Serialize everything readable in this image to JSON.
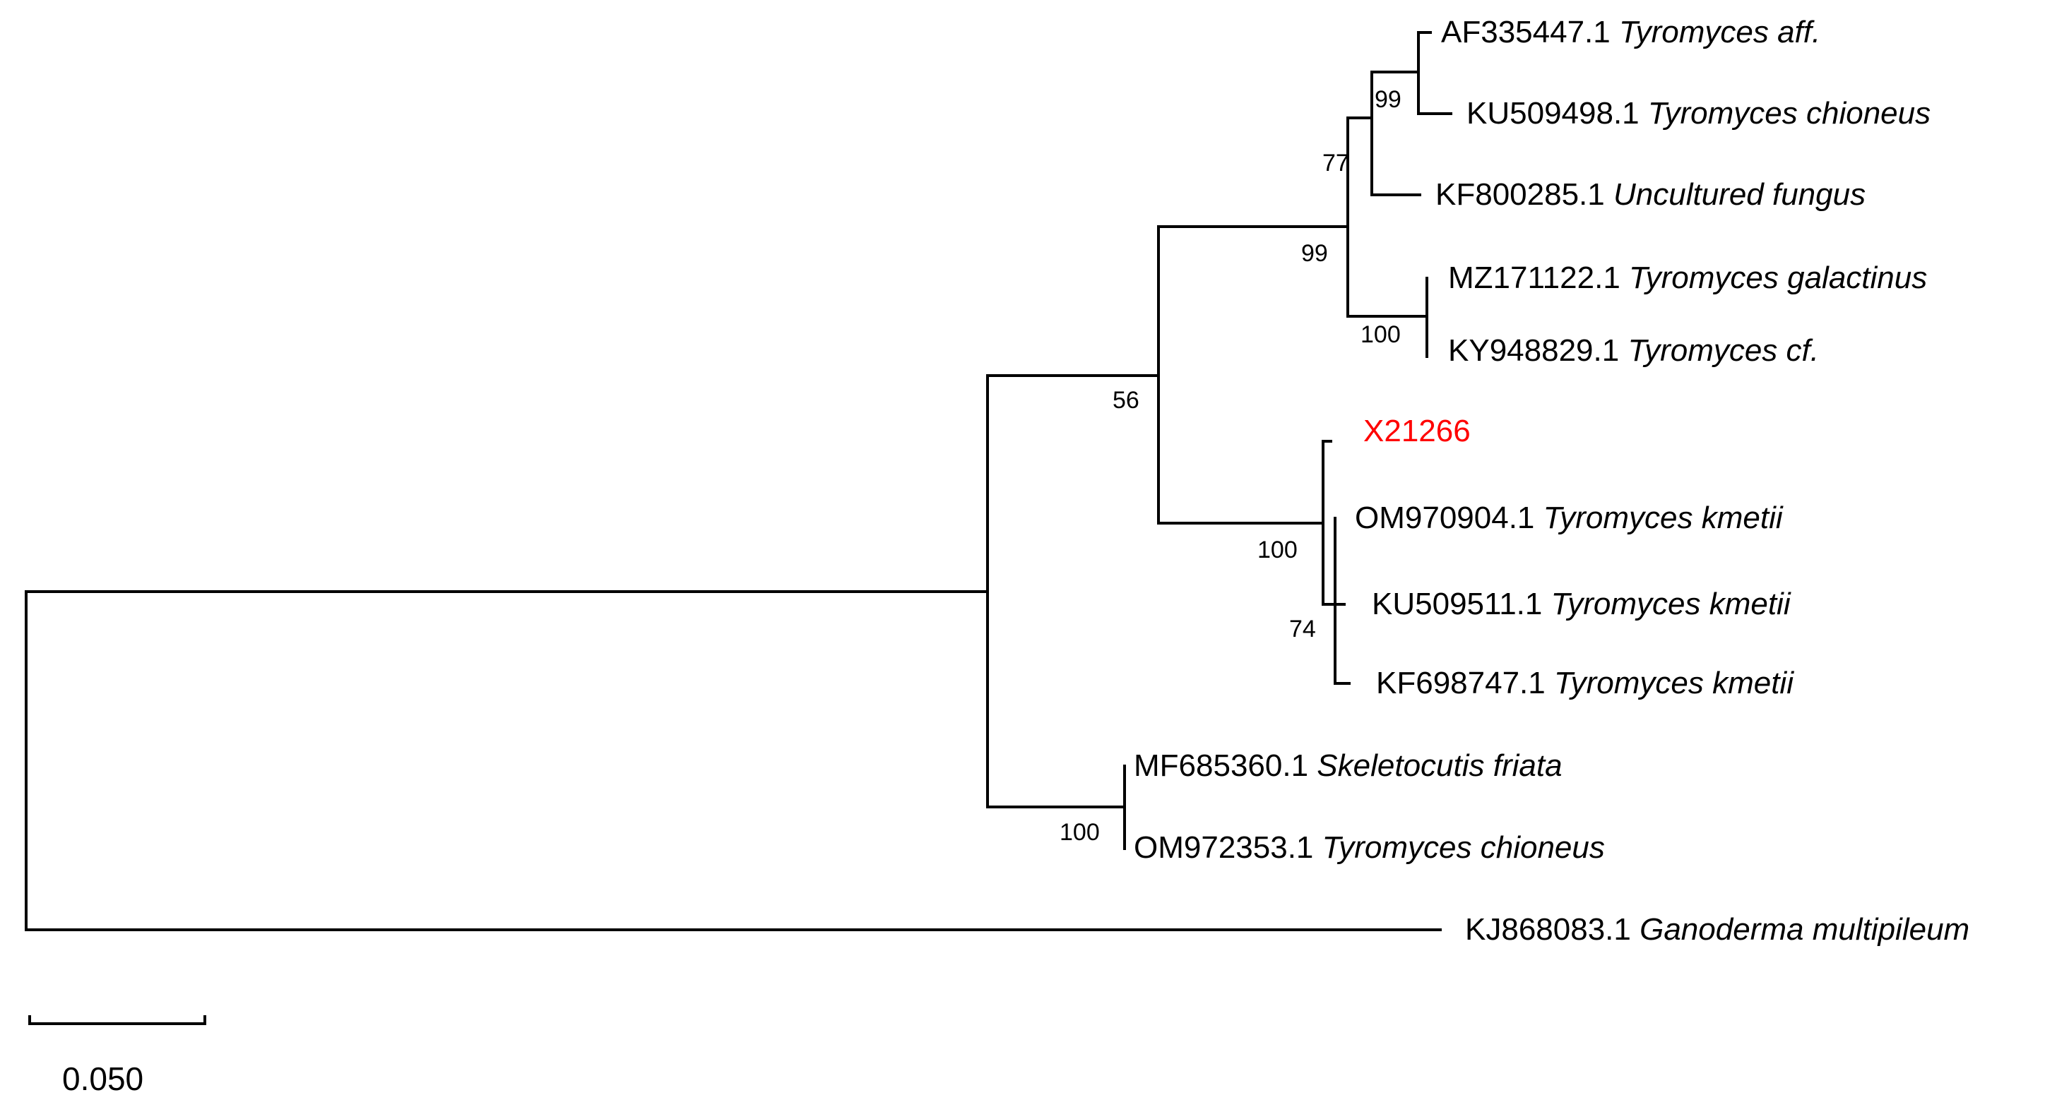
{
  "tree": {
    "highlight_color": "#ff0000",
    "line_color": "#000000",
    "leaves": [
      {
        "accession": "AF335447.1",
        "species": "Tyromyces aff."
      },
      {
        "accession": "KU509498.1",
        "species": "Tyromyces chioneus"
      },
      {
        "accession": "KF800285.1",
        "species": "Uncultured fungus"
      },
      {
        "accession": "MZ171122.1",
        "species": "Tyromyces galactinus"
      },
      {
        "accession": "KY948829.1",
        "species": "Tyromyces cf."
      },
      {
        "accession": "X21266",
        "species": "",
        "highlight": true
      },
      {
        "accession": "OM970904.1",
        "species": "Tyromyces kmetii"
      },
      {
        "accession": "KU509511.1",
        "species": "Tyromyces kmetii"
      },
      {
        "accession": "KF698747.1",
        "species": "Tyromyces kmetii"
      },
      {
        "accession": "MF685360.1",
        "species": "Skeletocutis friata"
      },
      {
        "accession": "OM972353.1",
        "species": "Tyromyces chioneus"
      },
      {
        "accession": "KJ868083.1",
        "species": "Ganoderma multipileum"
      }
    ],
    "bootstrap": {
      "n_af_ku": "99",
      "n_top3": "77",
      "n_top5": "99",
      "n_mz_ky": "100",
      "n_main": "56",
      "n_kmetii": "100",
      "n_kmetii_sub": "74",
      "n_skel": "100"
    },
    "scale_bar": {
      "value": 0.05,
      "label": "0.050"
    }
  }
}
